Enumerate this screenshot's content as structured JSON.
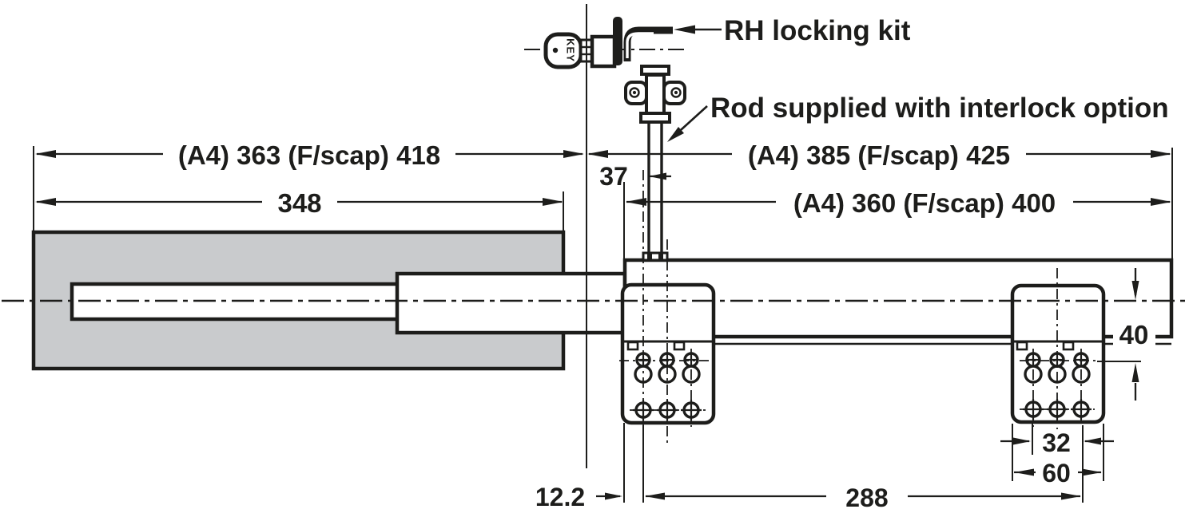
{
  "labels": {
    "rh_locking_kit": "RH locking kit",
    "rod_supplied": "Rod supplied with interlock option",
    "key": "KEY"
  },
  "dimensions": {
    "top_left": "(A4) 363 (F/scap) 418",
    "top_right": "(A4) 385 (F/scap) 425",
    "left_348": "348",
    "right_360": "(A4) 360 (F/scap) 400",
    "rod_37": "37",
    "drop_40": "40",
    "pitch_32": "32",
    "width_60": "60",
    "offset_122": "12.2",
    "span_288": "288"
  },
  "colors": {
    "line": "#1d1d1b",
    "panel_gray": "#c9cbcd",
    "background": "#ffffff"
  }
}
